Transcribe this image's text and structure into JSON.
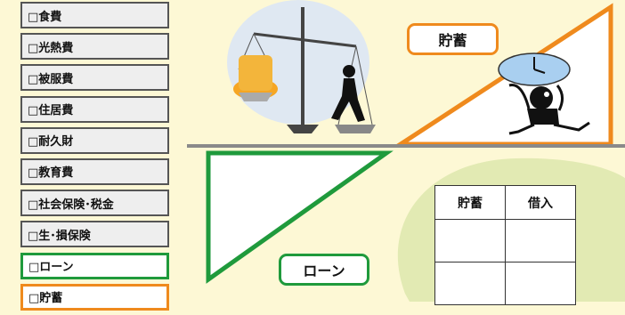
{
  "checklist": {
    "items": [
      {
        "label": "□食費",
        "style": "default"
      },
      {
        "label": "□光熱費",
        "style": "default"
      },
      {
        "label": "□被服費",
        "style": "default"
      },
      {
        "label": "□住居費",
        "style": "default"
      },
      {
        "label": "□耐久財",
        "style": "default"
      },
      {
        "label": "□教育費",
        "style": "default"
      },
      {
        "label": "□社会保険･税金",
        "style": "default"
      },
      {
        "label": "□生･損保険",
        "style": "default"
      },
      {
        "label": "□ローン",
        "style": "loan"
      },
      {
        "label": "□貯蓄",
        "style": "savings"
      }
    ]
  },
  "labels": {
    "savings": "貯蓄",
    "loan": "ローン"
  },
  "ledger": {
    "headers": [
      "貯蓄",
      "借入"
    ],
    "row_count": 2
  },
  "colors": {
    "background": "#fdf8d5",
    "loan": "#1f9a3c",
    "savings": "#ef8a1d",
    "blob": "#e2eab3",
    "divider": "#8a8a8a"
  },
  "icons": [
    "balance-scale-icon",
    "person-carrying-clock-icon"
  ]
}
